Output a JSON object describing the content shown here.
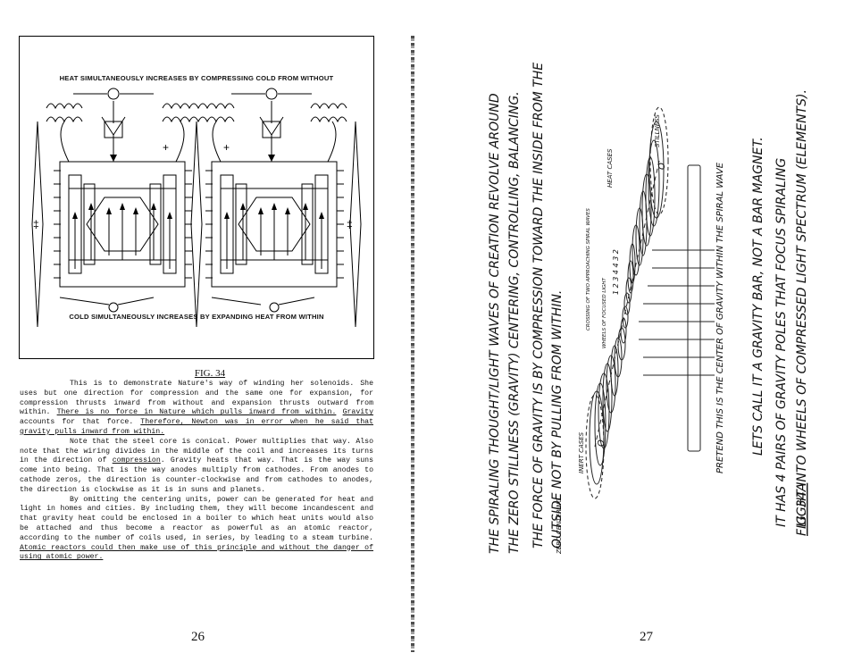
{
  "left_page": {
    "figure": {
      "caption_top": "HEAT SIMULTANEOUSLY INCREASES BY COMPRESSING COLD FROM WITHOUT",
      "caption_bottom": "COLD SIMULTANEOUSLY INCREASES BY EXPANDING HEAT FROM WITHIN",
      "plus": "+",
      "double_dagger": "‡",
      "zero": "O"
    },
    "figure_label": "FIG. 34",
    "paragraphs": [
      {
        "parts": [
          {
            "text": "This is to demonstrate Nature's way of winding her solenoids.  She uses but one direction for compression and the same one for expansion, for compression thrusts inward from without and expansion thrusts outward from within.  ",
            "u": false
          },
          {
            "text": "There is no force in Nature which pulls inward from within.",
            "u": true
          },
          {
            "text": "  ",
            "u": false
          },
          {
            "text": "Gravity",
            "u": true
          },
          {
            "text": " accounts for that force.  ",
            "u": false
          },
          {
            "text": "Therefore, Newton was in error when he said that gravity pulls inward from within.",
            "u": true
          }
        ]
      },
      {
        "parts": [
          {
            "text": "Note that the steel core is conical.  Power multiplies that way. Also note that the wiring divides in the middle of the coil and increases its turns in the direction of ",
            "u": false
          },
          {
            "text": "compression",
            "u": true
          },
          {
            "text": ".  Gravity heats that way.  That is the way suns come into being.  That is the way anodes multiply from cathodes. From anodes to cathode zeros, the direction is counter-clockwise and from cathodes to anodes, the direction is clockwise as it is in suns and planets.",
            "u": false
          }
        ]
      },
      {
        "parts": [
          {
            "text": "By omitting the centering units, power can be generated for heat and light in homes and cities.  By including them, they will become incandescent and that gravity heat could be enclosed in a boiler to which heat units would also be attached and thus become a reactor as powerful as an atomic reactor, according to the number of coils used, in series, by leading to a steam turbine. ",
            "u": false
          },
          {
            "text": "Atomic reactors could then make use of this principle and without the danger of using atomic power.",
            "u": true
          }
        ]
      }
    ],
    "page_number": "26"
  },
  "right_page": {
    "lines": [
      "THE SPIRALING THOUGHT/LIGHT WAVES OF CREATION REVOLVE AROUND",
      "THE ZERO STILLNESS (GRAVITY) CENTERING, CONTROLLING, BALANCING.",
      "THE FORCE OF GRAVITY IS BY COMPRESSION TOWARD THE INSIDE FROM THE",
      "OUTSIDE NOT BY PULLING FROM WITHIN.",
      "PRETEND THIS IS THE CENTER OF GRAVITY WITHIN THE SPIRAL WAVE",
      "LETS CALL IT A GRAVITY BAR, NOT A BAR MAGNET.",
      "IT HAS 4 PAIRS OF GRAVITY POLES THAT FOCUS SPIRALING",
      "LIGHT INTO WHEELS OF COMPRESSED LIGHT SPECTRUM (ELEMENTS)."
    ],
    "fig_label": "FIG. 34A",
    "labels": {
      "stillness": "STILLNESS",
      "heat_cases": "HEAT CASES",
      "inert_cases": "INERT CASES",
      "zero_centering": "ZERO CENTERING",
      "crossing": "CROSSING OF TWO APPROACHING SPIRAL WAVES",
      "wheels": "WHEELS OF FOCUSED LIGHT",
      "numbers": "1 2 3 4 4 3 2",
      "zero_top": "O",
      "zero_bottom": "O"
    },
    "page_number": "27"
  }
}
